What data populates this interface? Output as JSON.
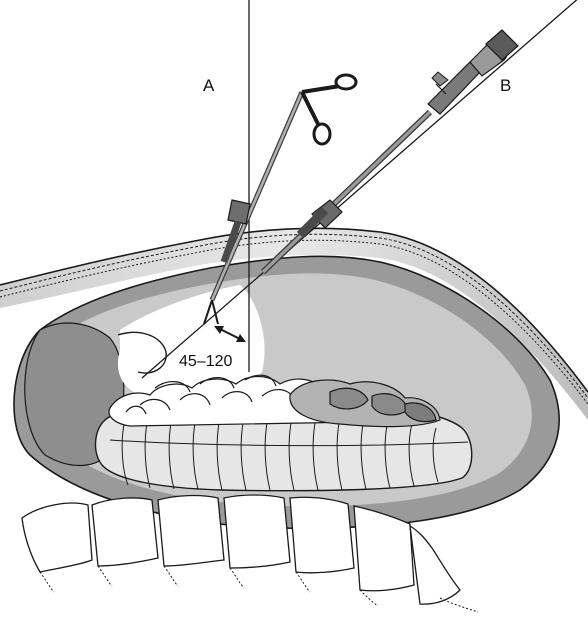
{
  "labels": {
    "a": "A",
    "b": "B",
    "angle": "45–120"
  },
  "colors": {
    "outline": "#1a1a1a",
    "cavity_gray": "#9a9a9a",
    "cavity_light": "#c8c8c8",
    "bowel_white": "#ffffff",
    "bowel_light": "#e4e4e4",
    "bowel_mid": "#b5b5b5",
    "bowel_dark": "#8a8a8a",
    "lit_area": "#ffffff"
  },
  "icons": {
    "grasping_instrument": "grasper-icon",
    "endoscope": "endoscope-icon",
    "angle_marker": "double-arrow-icon"
  }
}
